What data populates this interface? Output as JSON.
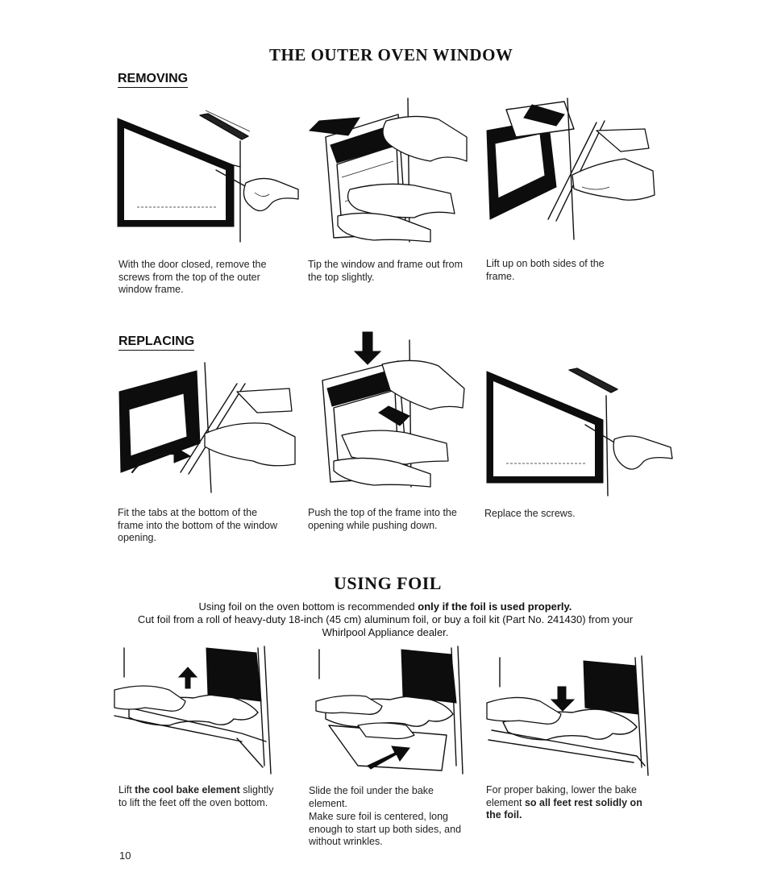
{
  "section1": {
    "title": "THE OUTER OVEN WINDOW",
    "removing_heading": "REMOVING",
    "removing_steps": [
      "With the door closed, remove the screws from the top of the outer window frame.",
      "Tip the window and frame out from the top slightly.",
      "Lift up on both sides of the frame."
    ],
    "replacing_heading": "REPLACING",
    "replacing_steps": [
      "Fit the tabs at the bottom of the frame into the bottom of the window opening.",
      "Push the top of the frame into the opening while pushing down.",
      "Replace the screws."
    ]
  },
  "section2": {
    "title": "USING FOIL",
    "intro_a": "Using foil on the oven bottom is recommended ",
    "intro_bold": "only if the foil is used properly.",
    "intro_b": "Cut foil from a roll of heavy-duty 18-inch (45 cm) aluminum foil, or buy a foil kit (Part No. 241430) from your Whirlpool Appliance dealer.",
    "step1_a": "Lift ",
    "step1_bold": "the cool bake element",
    "step1_b": " slightly to lift the feet off the oven bottom.",
    "step2": "Slide the foil under the bake element.",
    "step2_note": "Make sure foil is centered, long enough to start up both sides, and without wrinkles.",
    "step3_a": "For proper baking, lower the bake element ",
    "step3_bold": "so all feet rest solidly on the foil."
  },
  "page_number": "10"
}
